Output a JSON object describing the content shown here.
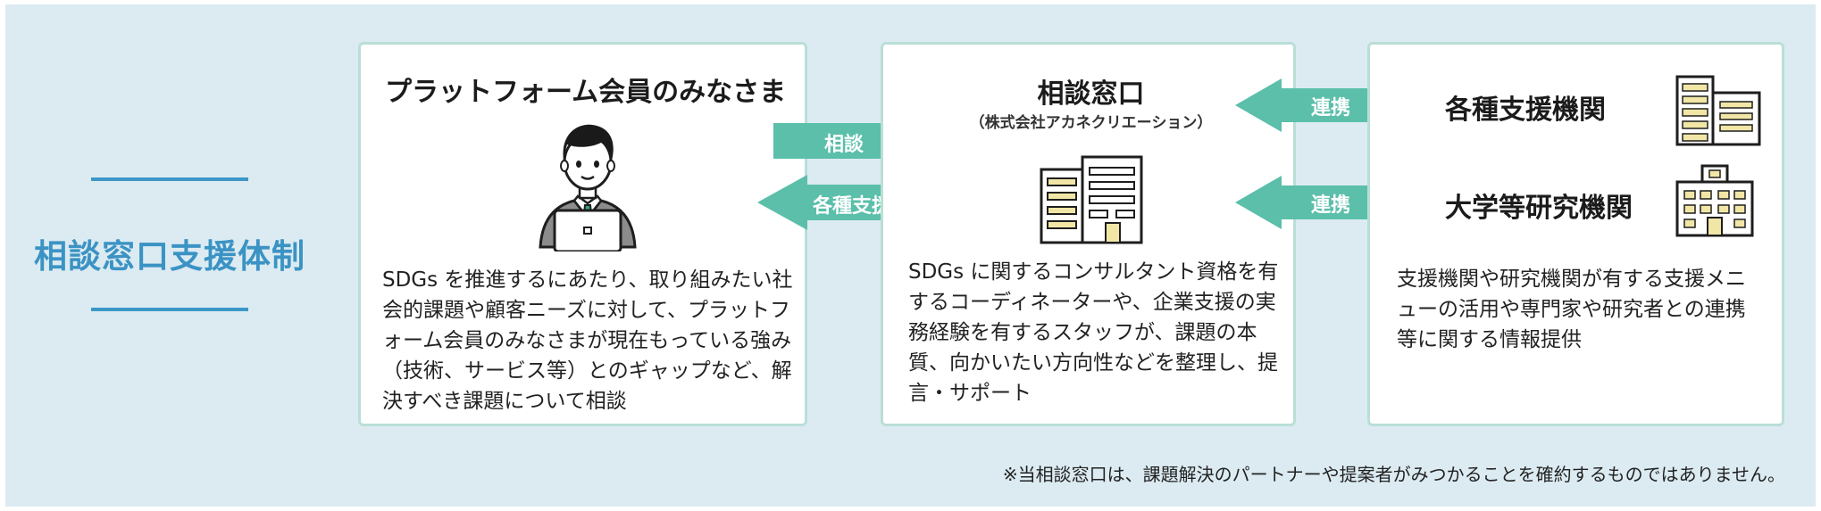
{
  "side": {
    "title": "相談窓口支援体制"
  },
  "left_card": {
    "title": "プラットフォーム会員のみなさま",
    "body": "SDGs を推進するにあたり、取り組みたい社会的課題や顧客ニーズに対して、プラットフォーム会員のみなさまが現在もっている強み（技術、サービス等）とのギャップなど、解決すべき課題について相談",
    "icon": "person-laptop-icon"
  },
  "arrows": {
    "consult": "相談",
    "support": "各種支援",
    "link_1": "連携",
    "link_2": "連携"
  },
  "center_card": {
    "title": "相談窓口",
    "subtitle": "（株式会社アカネクリエーション）",
    "body": "SDGs に関するコンサルタント資格を有するコーディネーターや、企業支援の実務経験を有するスタッフが、課題の本質、向かいたい方向性などを整理し、提言・サポート",
    "icon": "office-building-icon"
  },
  "right_card": {
    "org_1": "各種支援機関",
    "org_2": "大学等研究機関",
    "body": "支援機関や研究機関が有する支援メニューの活用や専門家や研究者との連携等に関する情報提供",
    "icon_1": "office-tower-icon",
    "icon_2": "university-building-icon"
  },
  "colors": {
    "background": "#dcebf2",
    "accent_blue": "#3b93c4",
    "arrow_teal": "#5bbfaa",
    "card_border": "#b9dfd6",
    "building_yellow": "#f1e6a6"
  },
  "footnote": "※当相談窓口は、課題解決のパートナーや提案者がみつかることを確約するものではありません。"
}
